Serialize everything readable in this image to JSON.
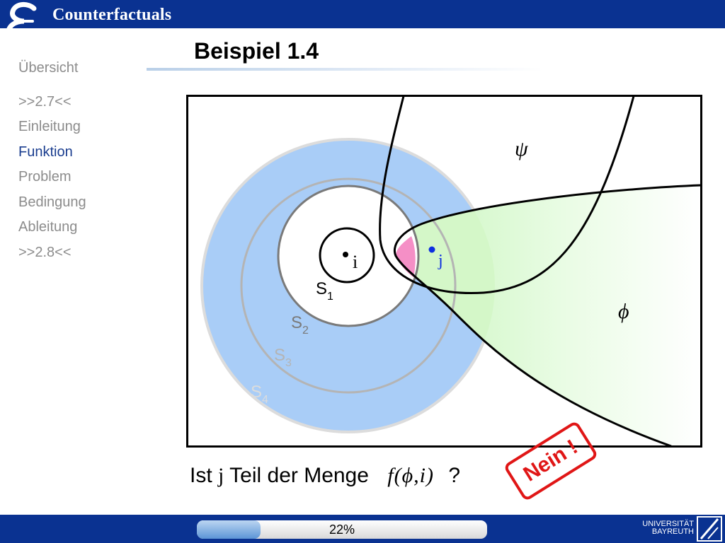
{
  "header": {
    "title": "Counterfactuals",
    "logo_icon": "calligraphic-e-icon"
  },
  "sidebar": {
    "items": [
      {
        "label": "Übersicht",
        "active": false
      },
      {
        "label": ">>2.7<<",
        "active": false
      },
      {
        "label": "Einleitung",
        "active": false
      },
      {
        "label": "Funktion",
        "active": true
      },
      {
        "label": "Problem",
        "active": false
      },
      {
        "label": "Bedingung",
        "active": false
      },
      {
        "label": "Ableitung",
        "active": false
      },
      {
        "label": ">>2.8<<",
        "active": false
      }
    ]
  },
  "slide": {
    "title": "Beispiel 1.4"
  },
  "figure": {
    "label_i": "i",
    "label_j": "j",
    "label_psi": "ψ",
    "label_phi": "ϕ",
    "spheres": [
      {
        "name": "S",
        "sub": "1"
      },
      {
        "name": "S",
        "sub": "2"
      },
      {
        "name": "S",
        "sub": "3"
      },
      {
        "name": "S",
        "sub": "4"
      }
    ]
  },
  "question": {
    "prefix": "Ist",
    "j": "j",
    "middle": "Teil der Menge",
    "formula": "f(ϕ,i)",
    "suffix": "?"
  },
  "stamp": {
    "text": "Nein !"
  },
  "footer": {
    "progress_percent": 22,
    "progress_label": "22%",
    "university_line1": "UNIVERSITÄT",
    "university_line2": "BAYREUTH"
  },
  "colors": {
    "header_bg": "#0a3291",
    "active_nav": "#1a3d8f",
    "sphere_blue": "#a9cdf7",
    "phi_green": "#d4f7c8",
    "overlap_pink": "#f58fc6",
    "stamp_red": "#e01616"
  }
}
